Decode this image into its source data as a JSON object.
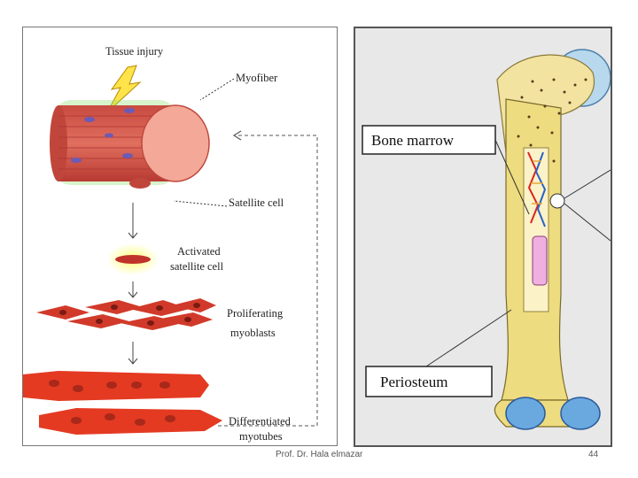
{
  "left_diagram": {
    "labels": {
      "tissue_injury": "Tissue injury",
      "myofiber": "Myofiber",
      "satellite_cell": "Satellite cell",
      "activated_1": "Activated",
      "activated_2": "satellite cell",
      "proliferating_1": "Proliferating",
      "proliferating_2": "myoblasts",
      "differentiated_1": "Differentiated",
      "differentiated_2": "myotubes"
    }
  },
  "right_diagram": {
    "labels": {
      "bone_marrow": "Bone marrow",
      "periosteum": "Periosteum"
    }
  },
  "footer": {
    "author": "Prof. Dr. Hala elmazar",
    "page": "44"
  }
}
